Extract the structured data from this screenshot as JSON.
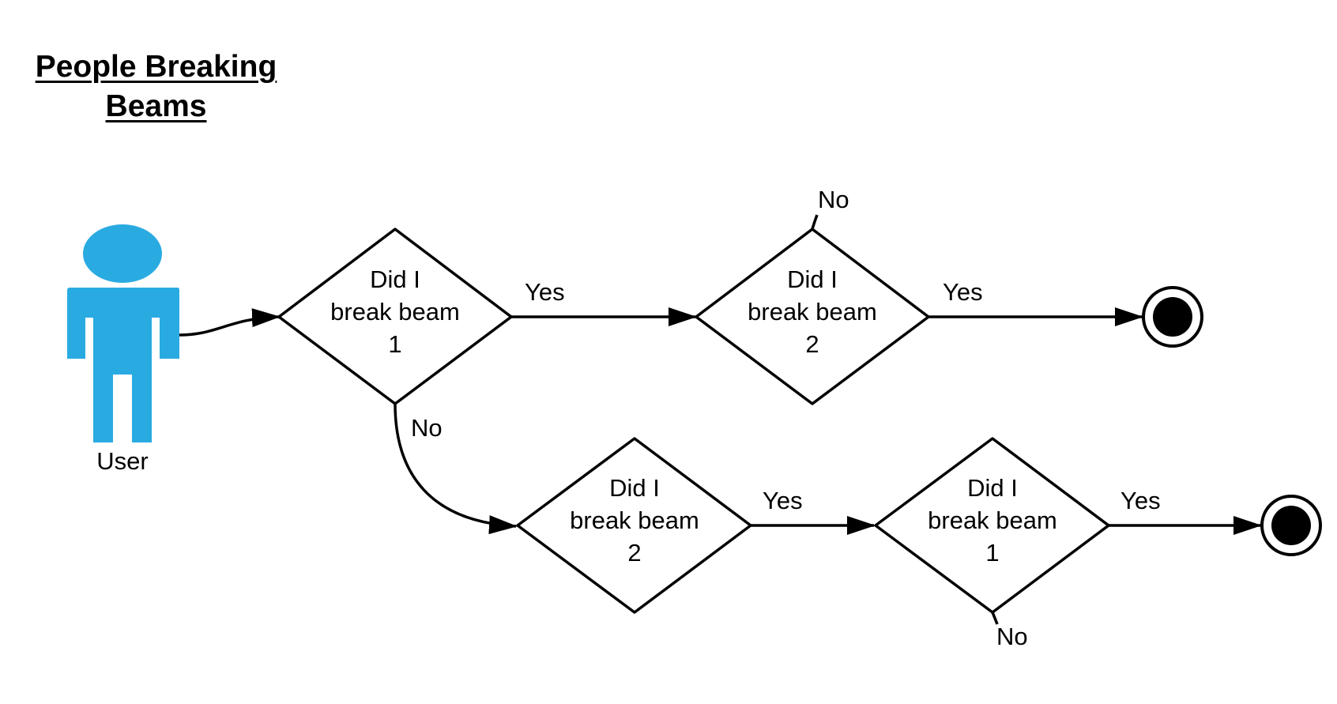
{
  "title_lines": [
    "People Breaking",
    "Beams"
  ],
  "actor": {
    "label": "User",
    "icon": "person-icon",
    "color": "#29abe2"
  },
  "decisions": [
    {
      "id": "d1",
      "lines": [
        "Did I",
        "break beam",
        "1"
      ]
    },
    {
      "id": "d2",
      "lines": [
        "Did I",
        "break beam",
        "2"
      ]
    },
    {
      "id": "d3",
      "lines": [
        "Did I",
        "break beam",
        "2"
      ]
    },
    {
      "id": "d4",
      "lines": [
        "Did I",
        "break beam",
        "1"
      ]
    }
  ],
  "edge_labels": {
    "d1_yes": "Yes",
    "d1_no": "No",
    "d2_yes": "Yes",
    "d2_no": "No",
    "d3_yes": "Yes",
    "d4_yes": "Yes",
    "d4_no": "No"
  },
  "end_states": [
    {
      "id": "end-1",
      "icon": "final-state-icon"
    },
    {
      "id": "end-2",
      "icon": "final-state-icon"
    }
  ],
  "colors": {
    "stroke": "#000000",
    "actor": "#29abe2"
  }
}
